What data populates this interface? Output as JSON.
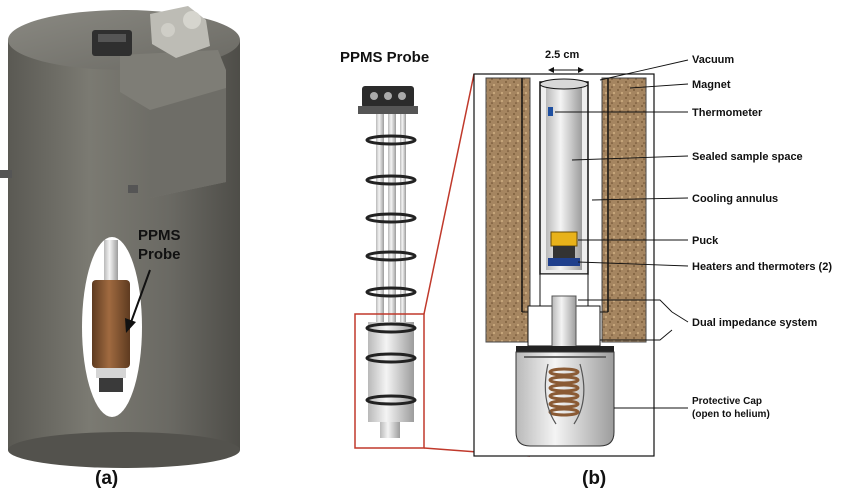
{
  "panel_a": {
    "caption": "(a)",
    "probe_label_line1": "PPMS",
    "probe_label_line2": "Probe"
  },
  "panel_b": {
    "caption": "(b)",
    "probe_title": "PPMS Probe",
    "dimension": "2.5 cm",
    "labels": {
      "vacuum": "Vacuum",
      "magnet": "Magnet",
      "thermometer": "Thermometer",
      "sealed_sample_space": "Sealed sample space",
      "cooling_annulus": "Cooling annulus",
      "puck": "Puck",
      "heaters": "Heaters and thermoters (2)",
      "dual_impedance": "Dual impedance system",
      "protective_cap_line1": "Protective Cap",
      "protective_cap_line2": "(open to helium)"
    }
  },
  "colors": {
    "dewar_body": "#6d6c65",
    "magnet": "#a5865f",
    "outline_red": "#c0392b",
    "puck": "#e8b21a",
    "probe_sleeve": "#8a5a34"
  }
}
